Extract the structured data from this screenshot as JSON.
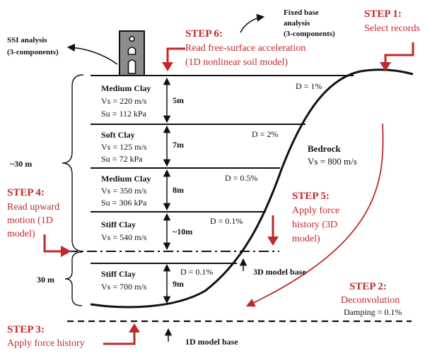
{
  "colors": {
    "accent": "#c0292b",
    "ink": "#111111",
    "tower_fill": "#8c8c8c"
  },
  "annotations": {
    "ssi_l1": "SSI analysis",
    "ssi_l2": "(3-components)",
    "fixed_l1": "Fixed base",
    "fixed_l2": "analysis",
    "fixed_l3": "(3-components)"
  },
  "steps": {
    "s1_title": "STEP 1:",
    "s1_l1": "Select records",
    "s2_title": "STEP 2:",
    "s2_l1": "Deconvolution",
    "s2_l2": "Damping = 0.1%",
    "s3_title": "STEP 3:",
    "s3_l1": "Apply force history",
    "s4_title": "STEP 4:",
    "s4_l1": "Read upward",
    "s4_l2": "motion (1D",
    "s4_l3": "model)",
    "s5_title": "STEP 5:",
    "s5_l1": "Apply force",
    "s5_l2": "history (3D",
    "s5_l3": "model)",
    "s6_title": "STEP 6:",
    "s6_l1": "Read free-surface acceleration",
    "s6_l2": "(1D nonlinear soil model)"
  },
  "layers": [
    {
      "name": "Medium Clay",
      "vs": "Vs = 220 m/s",
      "su": "Su = 112 kPa",
      "thickness": "5m",
      "damping": "D = 1%"
    },
    {
      "name": "Soft Clay",
      "vs": "Vs = 125 m/s",
      "su": "Su = 72 kPa",
      "thickness": "7m",
      "damping": "D = 2%"
    },
    {
      "name": "Medium Clay",
      "vs": "Vs = 350 m/s",
      "su": "Su = 306 kPa",
      "thickness": "8m",
      "damping": "D = 0.5%"
    },
    {
      "name": "Stiff Clay",
      "vs": "Vs = 540 m/s",
      "thickness": "~10m",
      "damping": "D = 0.1%"
    },
    {
      "name": "Stiff Clay",
      "vs": "Vs = 700 m/s",
      "thickness": "9m",
      "damping": "D = 0.1%"
    }
  ],
  "bedrock": {
    "name": "Bedrock",
    "vs": "Vs = 800 m/s"
  },
  "depths": {
    "upper": "~30 m",
    "lower": "30 m"
  },
  "bases": {
    "model3d": "3D model base",
    "model1d": "1D model base"
  }
}
